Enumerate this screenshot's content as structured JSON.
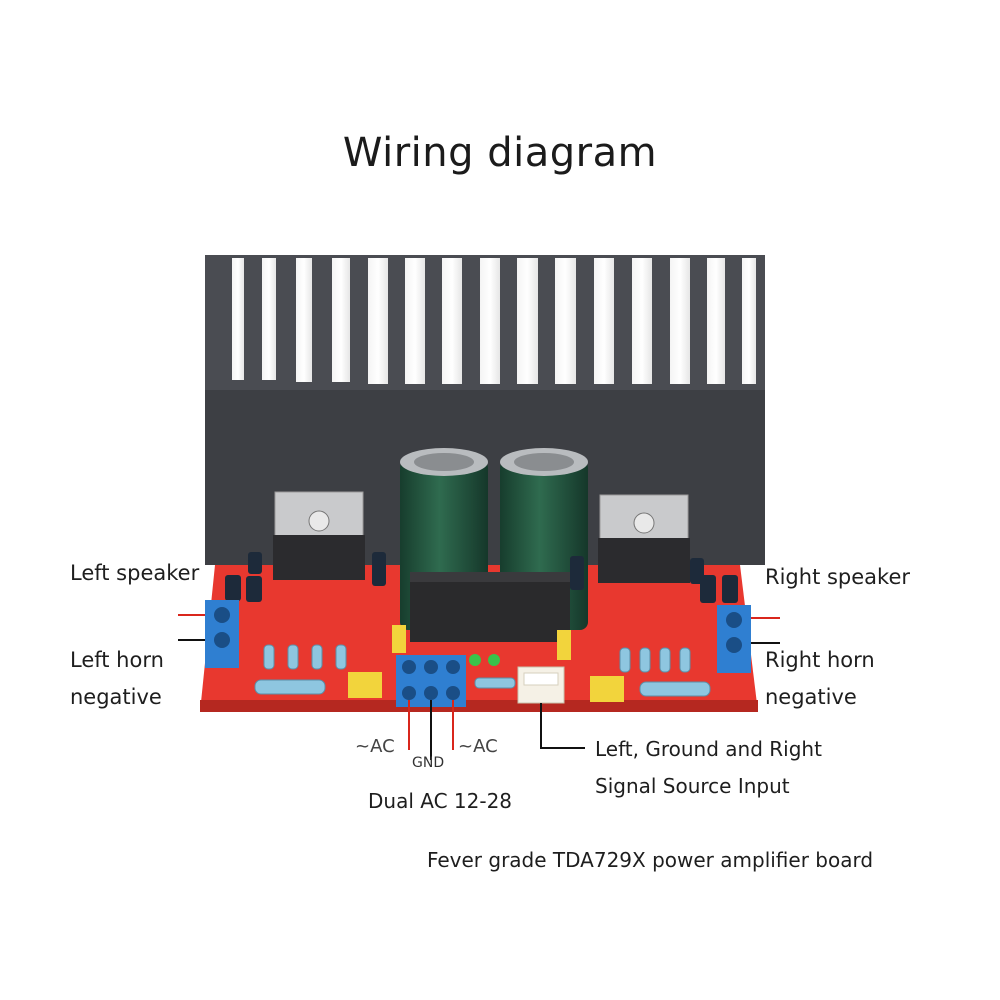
{
  "title": "Wiring diagram",
  "labels": {
    "left_speaker": "Left speaker",
    "left_horn_negative_1": "Left horn",
    "left_horn_negative_2": "negative",
    "right_speaker": "Right speaker",
    "right_horn_negative_1": "Right horn",
    "right_horn_negative_2": "negative",
    "ac_left": "~AC",
    "gnd": "GND",
    "ac_right": "~AC",
    "dual_ac": "Dual AC 12-28",
    "signal_input_1": "Left, Ground and Right",
    "signal_input_2": "Signal Source Input"
  },
  "caption": "Fever grade TDA729X power amplifier board",
  "colors": {
    "pcb": "#e8382f",
    "heatsink": "#3d3f44",
    "terminal": "#2f7fd1",
    "capacitor": "#1f4d3a",
    "wire_red": "#d9261c",
    "wire_black": "#111111"
  }
}
